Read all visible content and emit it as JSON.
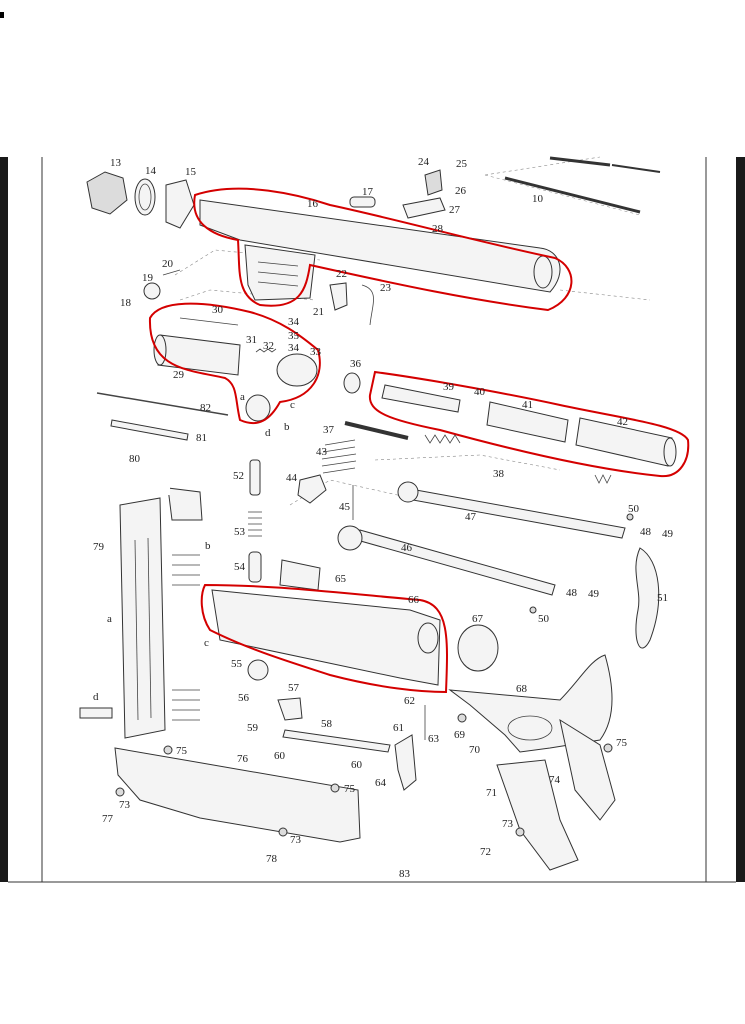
{
  "diagram": {
    "labels": {
      "p10": "10",
      "p13": "13",
      "p14": "14",
      "p15": "15",
      "p16": "16",
      "p17": "17",
      "p18": "18",
      "p19": "19",
      "p20": "20",
      "p21": "21",
      "p22": "22",
      "p23": "23",
      "p24": "24",
      "p25": "25",
      "p26": "26",
      "p27": "27",
      "p28": "28",
      "p29": "29",
      "p30": "30",
      "p31": "31",
      "p32": "32",
      "p34a": "34",
      "p35": "35",
      "p34b": "34",
      "p33": "33",
      "pa1": "a",
      "pc1": "c",
      "pd1": "d",
      "pb1": "b",
      "p36": "36",
      "p37": "37",
      "p38": "38",
      "p39": "39",
      "p40": "40",
      "p41": "41",
      "p42": "42",
      "p43": "43",
      "p44": "44",
      "p45": "45",
      "p46": "46",
      "p47": "47",
      "p48a": "48",
      "p49a": "49",
      "p50a": "50",
      "p48b": "48",
      "p49b": "49",
      "p50b": "50",
      "p51": "51",
      "p52": "52",
      "p53": "53",
      "p54": "54",
      "p55": "55",
      "p56": "56",
      "p57": "57",
      "p58": "58",
      "p59": "59",
      "p60a": "60",
      "p60b": "60",
      "p61": "61",
      "p62": "62",
      "p63": "63",
      "p64": "64",
      "p65": "65",
      "p66": "66",
      "p67": "67",
      "p68": "68",
      "p69": "69",
      "p70": "70",
      "p71": "71",
      "p72": "72",
      "p73a": "73",
      "p73b": "73",
      "p73c": "73",
      "p74": "74",
      "p75a": "75",
      "p75b": "75",
      "p75c": "75",
      "p76": "76",
      "p77": "77",
      "p78": "78",
      "p79": "79",
      "p80": "80",
      "p81": "81",
      "p82": "82",
      "p83": "83",
      "mag_a": "a",
      "mag_b": "b",
      "mag_c": "c",
      "mag_d": "d"
    },
    "colors": {
      "paper": "#ffffff",
      "frame": "#222222",
      "highlight": "#d40000",
      "page_edge": "#1a1a1a"
    }
  }
}
